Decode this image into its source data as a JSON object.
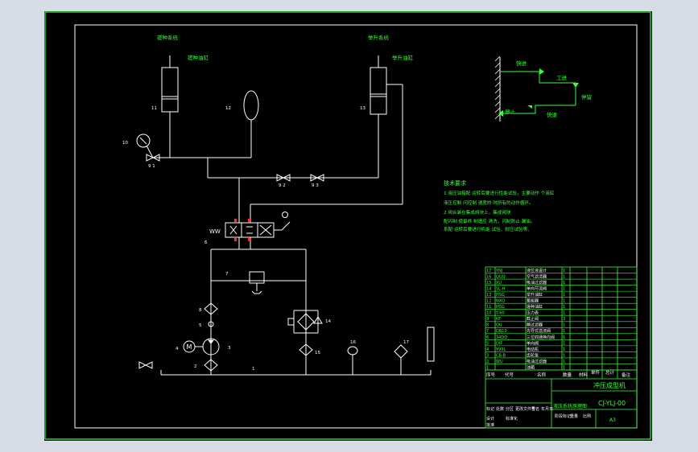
{
  "labels": {
    "cyl_left_top": "搓种系统",
    "cyl_left_side": "搓种油缸",
    "cyl_right_top": "举升系统",
    "cyl_right_side": "举升油缸",
    "n11": "11",
    "n12": "12",
    "n13": "13",
    "n10": "10",
    "n91": "9 1",
    "n92": "9 2",
    "n93": "9 3",
    "n8": "8",
    "n7": "7",
    "n6": "6",
    "n5": "5",
    "n4": "4",
    "n3": "3",
    "n2": "2",
    "n1": "1",
    "n14": "14",
    "n15": "15",
    "n16": "16",
    "n17": "17",
    "ww": "WW",
    "m": "M"
  },
  "cycle": {
    "fast_in": "快进",
    "work_in": "工进",
    "stop1": "停留",
    "fast_back": "快退",
    "stop2": "停止"
  },
  "notes": {
    "title": "技术要求",
    "lines": [
      "1 液压油箱配 运转后要进行性能试验，主要动作 个液缸",
      "  液压控制 闪控制 速度的 时所有的动作循环。",
      "2 阀合装在集成阀块上，集成阀块",
      "  配闪制 使最终 制造应 清洗，闪制防止 漏油，",
      "  系配 运转后要进行机能 试验，耐压试验等。"
    ]
  },
  "bom": {
    "rows": [
      [
        "17",
        "YNJ",
        "液位液温计",
        "1",
        ""
      ],
      [
        "16",
        "QUQ",
        "空气滤清器",
        "1",
        ""
      ],
      [
        "15",
        "XU",
        "吸油过滤器",
        "1",
        ""
      ],
      [
        "14",
        "SL-H",
        "单向节流阀",
        "1",
        ""
      ],
      [
        "13",
        "HSG",
        "举升油缸",
        "1",
        ""
      ],
      [
        "12",
        "NXQ",
        "蓄能器",
        "1",
        ""
      ],
      [
        "11",
        "HSG",
        "搓种油缸",
        "1",
        ""
      ],
      [
        "10",
        "Y-60",
        "压力表",
        "1",
        ""
      ],
      [
        "9",
        "KF",
        "截止阀",
        "3",
        ""
      ],
      [
        "8",
        "QU",
        "精过滤器",
        "1",
        ""
      ],
      [
        "7",
        "DB10",
        "先导式溢流阀",
        "1",
        ""
      ],
      [
        "6",
        "34DO",
        "三位四通换向阀",
        "1",
        ""
      ],
      [
        "5",
        "DIF",
        "单向阀",
        "1",
        ""
      ],
      [
        "4",
        "Y90L",
        "电动机",
        "1",
        ""
      ],
      [
        "3",
        "CB-B",
        "齿轮泵",
        "1",
        ""
      ],
      [
        "2",
        "WU",
        "吸油过滤器",
        "1",
        ""
      ],
      [
        "1",
        "",
        "油箱",
        "1",
        ""
      ]
    ],
    "header": [
      "序号",
      "代号",
      "名称",
      "数量",
      "材料",
      "单件",
      "总计",
      "备注"
    ],
    "title_left": "液压系统原理图",
    "title_right": "冲压成型机",
    "drawing_no": "CJ-YLJ-00",
    "sheet_size": "A3",
    "sign": [
      "标记",
      "处数",
      "分区",
      "更改文件号",
      "签名",
      "年月日"
    ],
    "design": [
      "设计",
      "标准化",
      "阶段标记",
      "重量",
      "比例"
    ],
    "approve": "批准"
  }
}
